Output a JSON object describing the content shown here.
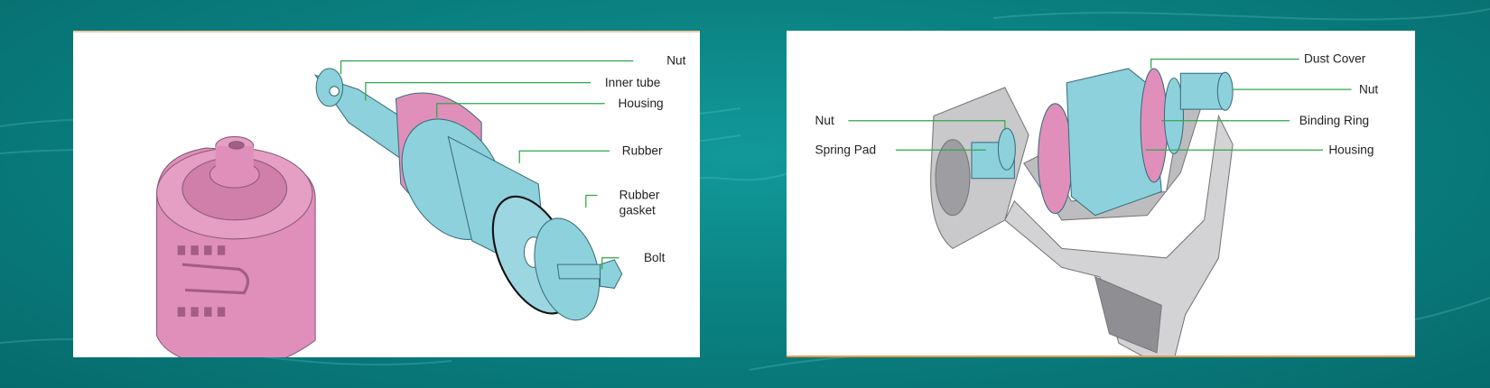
{
  "left_diagram": {
    "labels": {
      "nut": "Nut",
      "inner_tube": "Inner tube",
      "housing": "Housing",
      "rubber": "Rubber",
      "rubber_gasket_line1": "Rubber",
      "rubber_gasket_line2": "gasket",
      "bolt": "Bolt"
    }
  },
  "right_diagram": {
    "labels": {
      "dust_cover": "Dust Cover",
      "nut_right": "Nut",
      "nut_left": "Nut",
      "binding_ring": "Binding Ring",
      "spring_pad": "Spring Pad",
      "housing": "Housing"
    }
  },
  "colors": {
    "pink": "#e08fba",
    "cyan": "#8dd1dd",
    "gray": "#c9c9cc",
    "leader": "#2ea84a",
    "background": "#0b8282"
  }
}
